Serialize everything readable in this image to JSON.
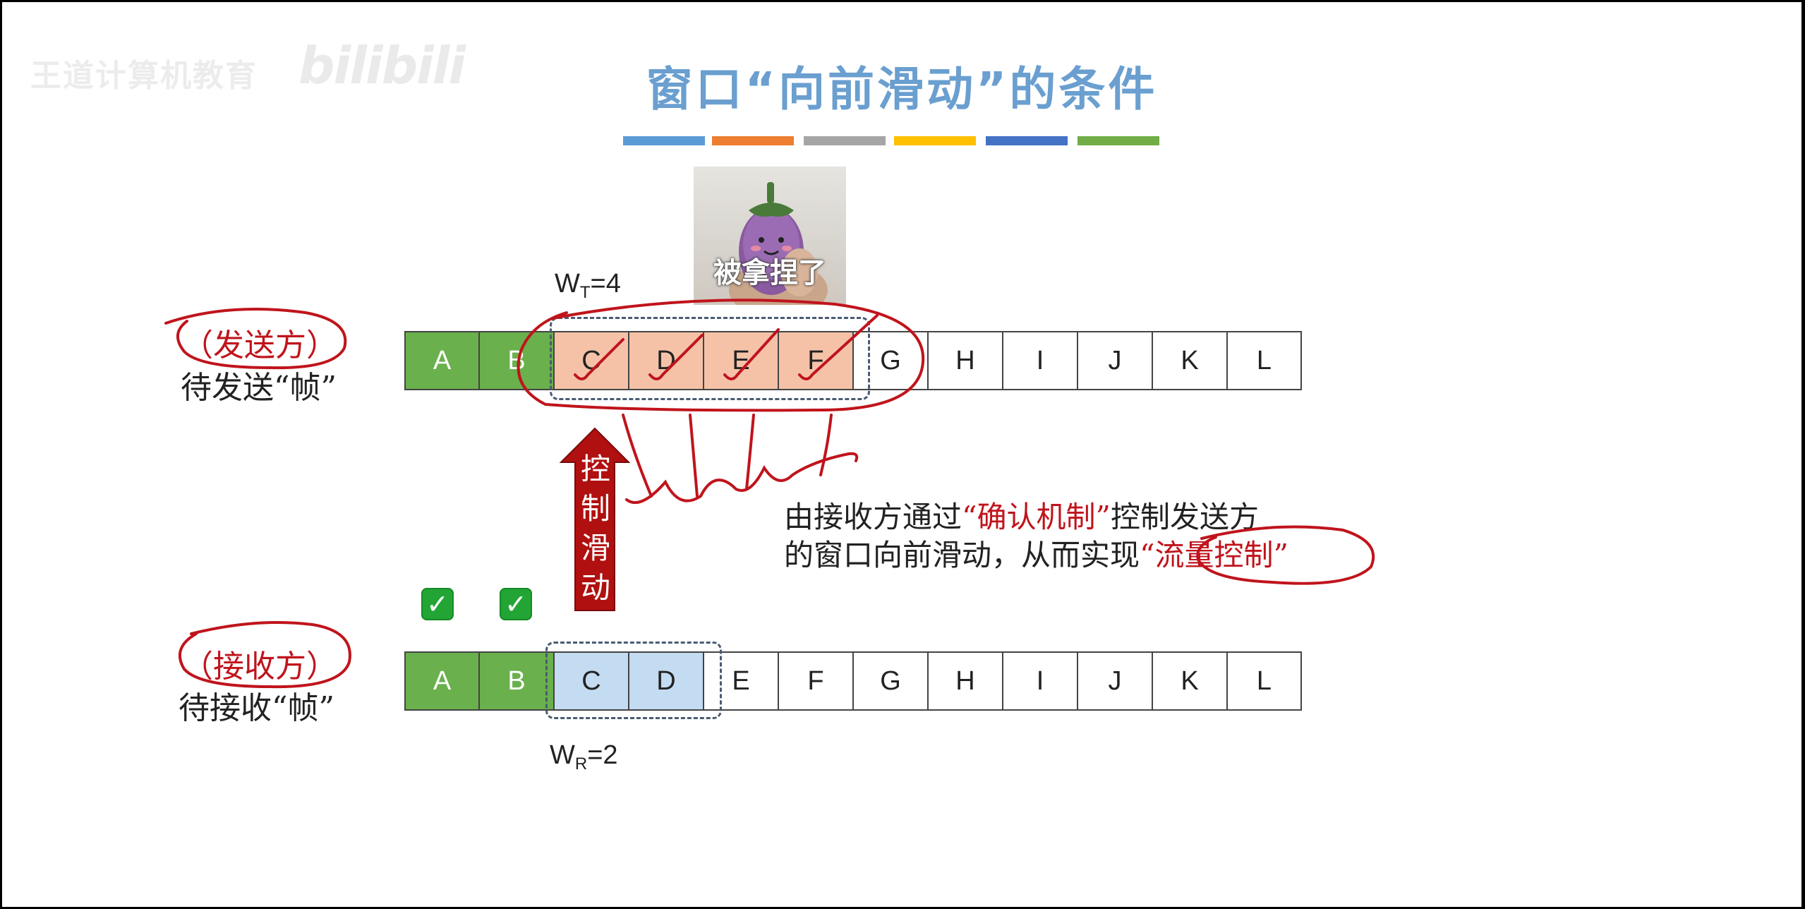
{
  "watermark": {
    "text": "王道计算机教育",
    "logo": "bilibili"
  },
  "title": "窗口“向前滑动”的条件",
  "title_bar_colors": [
    "#5b9bd5",
    "#ed7d31",
    "#a5a5a5",
    "#ffc000",
    "#4472c4",
    "#70ad47"
  ],
  "sender": {
    "role": "（发送方）",
    "label": "待发送“帧”",
    "window_label": {
      "main": "W",
      "sub": "T",
      "value": "=4"
    },
    "frames": [
      "A",
      "B",
      "C",
      "D",
      "E",
      "F",
      "G",
      "H",
      "I",
      "J",
      "K",
      "L"
    ],
    "frame_states": [
      "acked",
      "acked",
      "in-window",
      "in-window",
      "in-window",
      "in-window",
      "pending",
      "pending",
      "pending",
      "pending",
      "pending",
      "pending"
    ]
  },
  "receiver": {
    "role": "（接收方）",
    "label": "待接收“帧”",
    "window_label": {
      "main": "W",
      "sub": "R",
      "value": "=2"
    },
    "frames": [
      "A",
      "B",
      "C",
      "D",
      "E",
      "F",
      "G",
      "H",
      "I",
      "J",
      "K",
      "L"
    ],
    "frame_states": [
      "received",
      "received",
      "in-window",
      "in-window",
      "pending",
      "pending",
      "pending",
      "pending",
      "pending",
      "pending",
      "pending",
      "pending"
    ],
    "checkmarks": [
      "✓",
      "✓"
    ]
  },
  "arrow_label": [
    "控",
    "制",
    "滑",
    "动"
  ],
  "meme": {
    "caption": "被拿捏了",
    "icon": "eggplant-plush-icon"
  },
  "explanation": {
    "line1_a": "由接收方通过",
    "line1_red": "“确认机制”",
    "line1_b": "控制发送方",
    "line2_a": "的窗口向前滑动，从而实现",
    "line2_red": "“流量控制”"
  },
  "colors": {
    "green": "#6ab04c",
    "orange": "#f5c2a8",
    "blue": "#c4dcf2",
    "annotation_red": "#c0141c",
    "arrow_red": "#b01010"
  }
}
